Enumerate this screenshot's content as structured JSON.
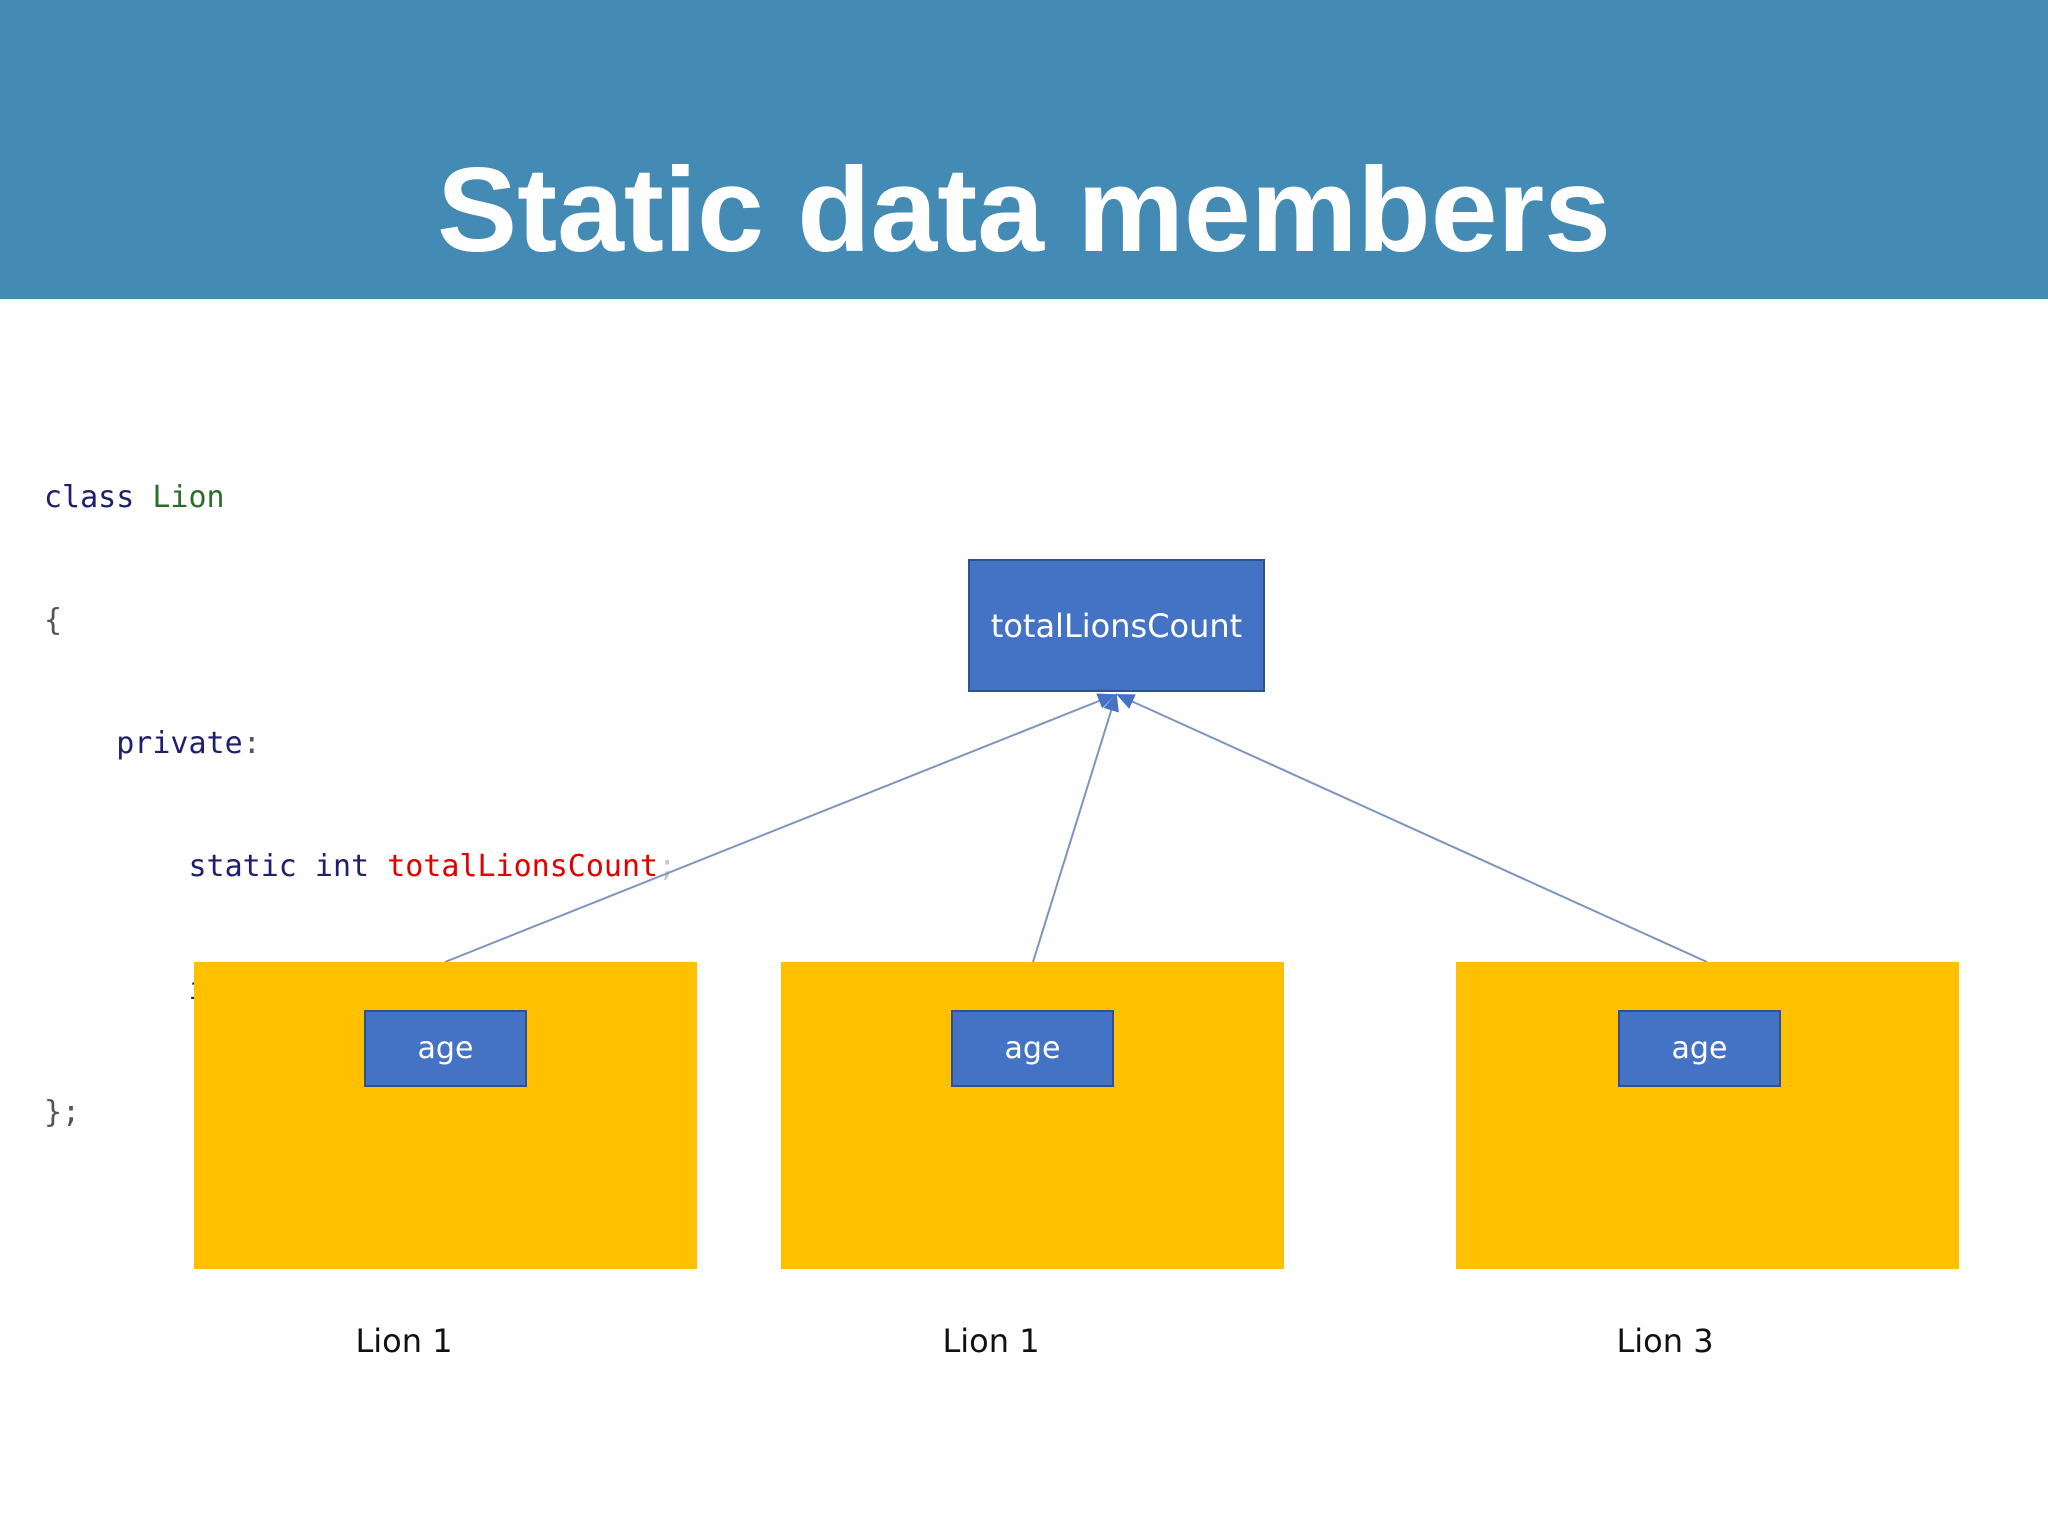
{
  "slide": {
    "title": "Static data members"
  },
  "code": {
    "line1": {
      "kw": "class",
      "type": "Lion"
    },
    "line2": {
      "text": "{"
    },
    "line3": {
      "kw": "private",
      "punct": ":"
    },
    "line4": {
      "kw": "static int",
      "var": "totalLionsCount",
      "semi": ";"
    },
    "line5": {
      "kw": "int",
      "var": "age",
      "semi": ";"
    },
    "line6": {
      "text": "};"
    }
  },
  "diagram": {
    "static_member": "totalLionsCount",
    "instances": [
      {
        "member": "age",
        "label": "Lion 1"
      },
      {
        "member": "age",
        "label": "Lion 1"
      },
      {
        "member": "age",
        "label": "Lion 3"
      }
    ]
  },
  "colors": {
    "header": "#438AB5",
    "member_box": "#4472C4",
    "instance_box": "#FFC000",
    "connector": "#7F93BF"
  }
}
